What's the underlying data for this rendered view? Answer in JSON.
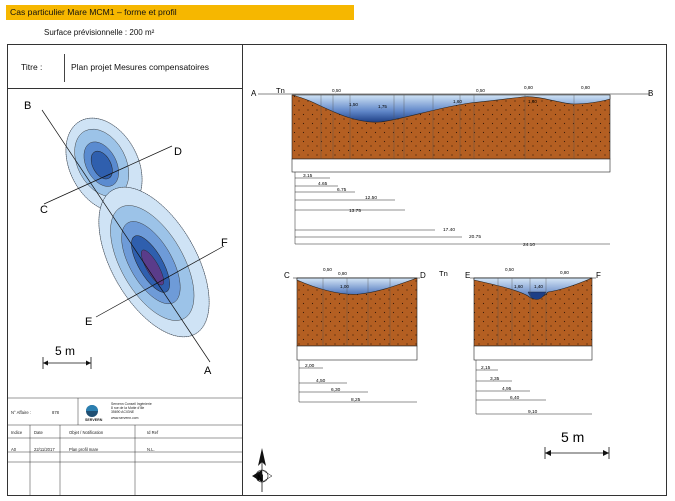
{
  "header": {
    "title": "Cas particulier Mare MCM1 – forme et profil",
    "subtitle": "Surface prévisionnelle : 200 m²"
  },
  "title_block": {
    "label": "Titre :",
    "value": "Plan projet Mesures compensatoires"
  },
  "plan": {
    "labels": {
      "B": "B",
      "C": "C",
      "D": "D",
      "E": "E",
      "F": "F",
      "A": "A"
    },
    "scale": "5 m"
  },
  "profile_AB": {
    "left": "A",
    "left_tag": "Tn",
    "right": "B",
    "top_values": [
      "0,50",
      "1,50",
      "1,75",
      "1,60",
      "0,50",
      "0,80",
      "1,60",
      "0,80"
    ],
    "distances": [
      "3.15",
      "4.65",
      "6.75",
      "12.50",
      "13.75",
      "17.40",
      "20.75",
      "24.10"
    ]
  },
  "profile_CD": {
    "left": "C",
    "right": "D",
    "right_tag": "Tn",
    "top_values": [
      "0,50",
      "0,80",
      "1,00"
    ],
    "distances": [
      "2,00",
      "4,50",
      "6,30",
      "8,25"
    ]
  },
  "profile_EF": {
    "left": "E",
    "right": "F",
    "top_values": [
      "0,50",
      "1,60",
      "1,40",
      "0,80"
    ],
    "distances": [
      "2,15",
      "3,35",
      "4,95",
      "6,40",
      "9,10"
    ]
  },
  "scale_right": "5 m",
  "north": "N",
  "cartouche": {
    "affaire_label": "N° Affaire :",
    "affaire_value": "878",
    "company": "SERVERN",
    "company_lines": [
      "Servenn Conseil Ingénierie",
      "8 rue de la Motte d'Ille",
      "35690 ACIGNE",
      "www.servenn.com"
    ],
    "headers": [
      "Indice",
      "Date",
      "Objet / Notification",
      "Id Ref"
    ],
    "row": [
      "A0",
      "22/11/2017",
      "Plan profil mare",
      "N.L."
    ]
  },
  "colors": {
    "header_bg": "#f6b700",
    "earth": "#b45f22",
    "water_light": "#c2dcf2",
    "water_dark": "#1e3f86"
  }
}
